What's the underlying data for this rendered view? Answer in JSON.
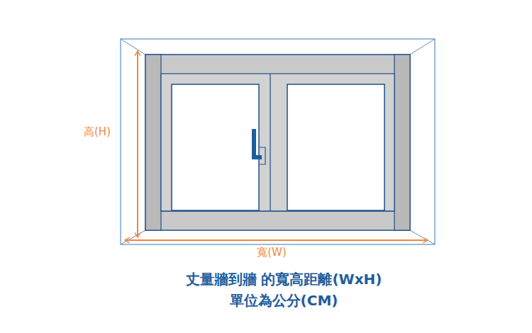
{
  "diagram": {
    "labels": [
      "高(H)",
      "寬(W)",
      "丈量牆到牆 的寬高距離(WxH)",
      "單位為公分(CM)"
    ]
  }
}
